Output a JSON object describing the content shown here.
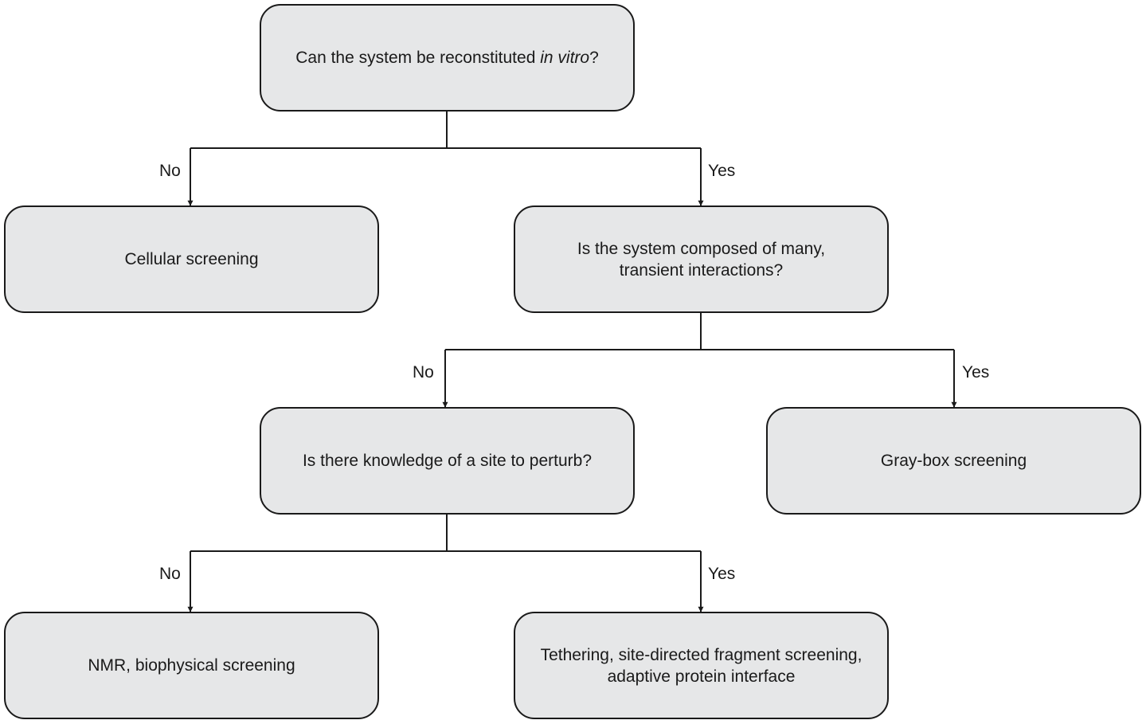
{
  "nodes": {
    "q_in_vitro": {
      "prefix": "Can the system be reconstituted ",
      "emphasis": "in vitro",
      "suffix": "?"
    },
    "cellular": {
      "lines": [
        "Cellular screening"
      ]
    },
    "q_transient": {
      "lines": [
        "Is the system composed of many,",
        "transient interactions?"
      ]
    },
    "q_site": {
      "lines": [
        "Is there knowledge of a site to perturb?"
      ]
    },
    "gray_box": {
      "lines": [
        "Gray-box screening"
      ]
    },
    "nmr": {
      "lines": [
        "NMR, biophysical screening"
      ]
    },
    "tethering": {
      "lines": [
        "Tethering, site-directed fragment screening,",
        "adaptive protein interface"
      ]
    }
  },
  "edges": {
    "no_1": "No",
    "yes_1": "Yes",
    "no_2": "No",
    "yes_2": "Yes",
    "no_3": "No",
    "yes_3": "Yes"
  },
  "colors": {
    "box_fill": "#e6e7e8",
    "stroke": "#1a1a1a"
  }
}
